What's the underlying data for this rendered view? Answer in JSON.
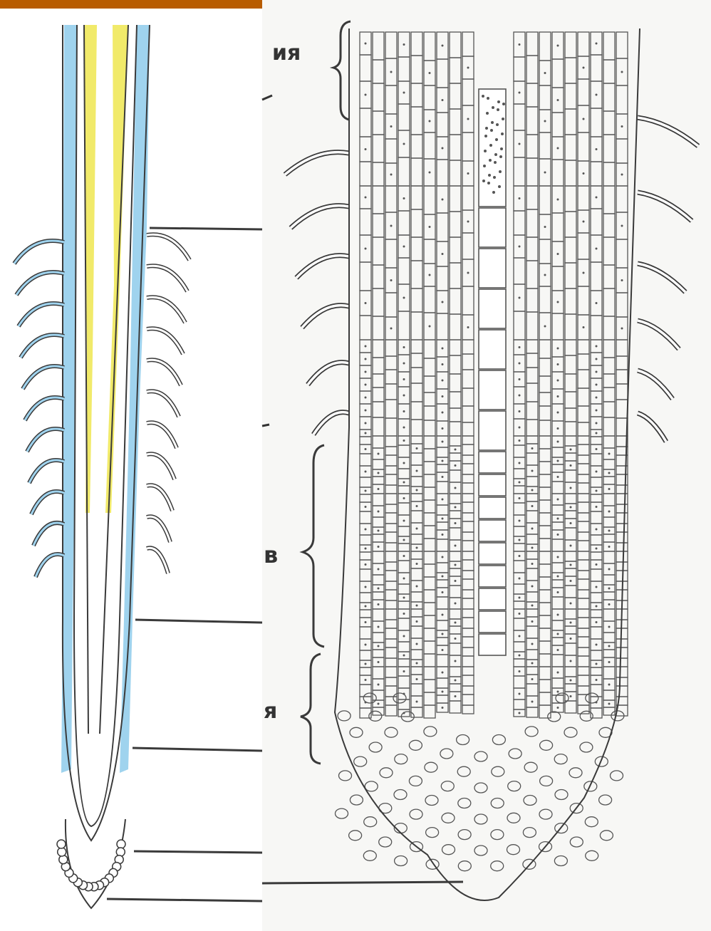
{
  "colors": {
    "header_bar": "#b85c00",
    "epidermis_blue": "#9fd3ee",
    "xylem_yellow": "#f1ea6a",
    "outline": "#3a3a3a",
    "cell_ink": "#555555",
    "paper": "#f7f7f5"
  },
  "labels": {
    "top": "ия",
    "b": "в",
    "ya": "я"
  },
  "icons": {
    "left": "root-schematic",
    "right": "root-cellular-section"
  }
}
